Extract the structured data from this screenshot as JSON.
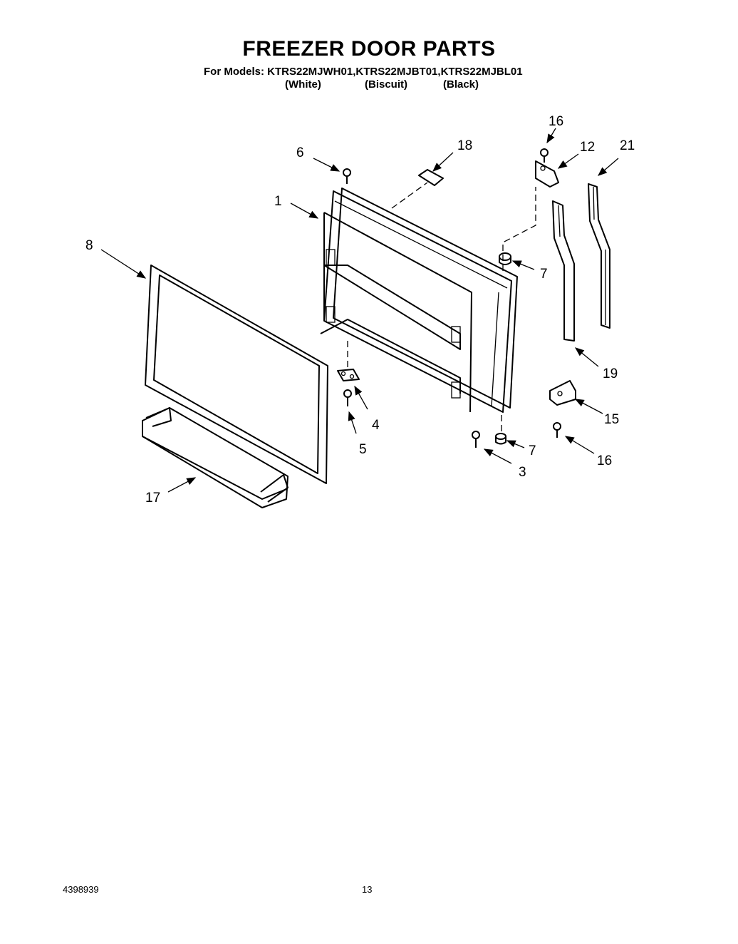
{
  "title": "FREEZER DOOR PARTS",
  "models_line": "For Models: KTRS22MJWH01,KTRS22MJBT01,KTRS22MJBL01",
  "variants": [
    "(White)",
    "(Biscuit)",
    "(Black)"
  ],
  "callouts": {
    "c1": "1",
    "c3": "3",
    "c4": "4",
    "c5": "5",
    "c6": "6",
    "c7a": "7",
    "c7b": "7",
    "c8": "8",
    "c12": "12",
    "c15": "15",
    "c16a": "16",
    "c16b": "16",
    "c17": "17",
    "c18": "18",
    "c19": "19",
    "c21": "21"
  },
  "footer": {
    "doc_number": "4398939",
    "page_number": "13"
  }
}
